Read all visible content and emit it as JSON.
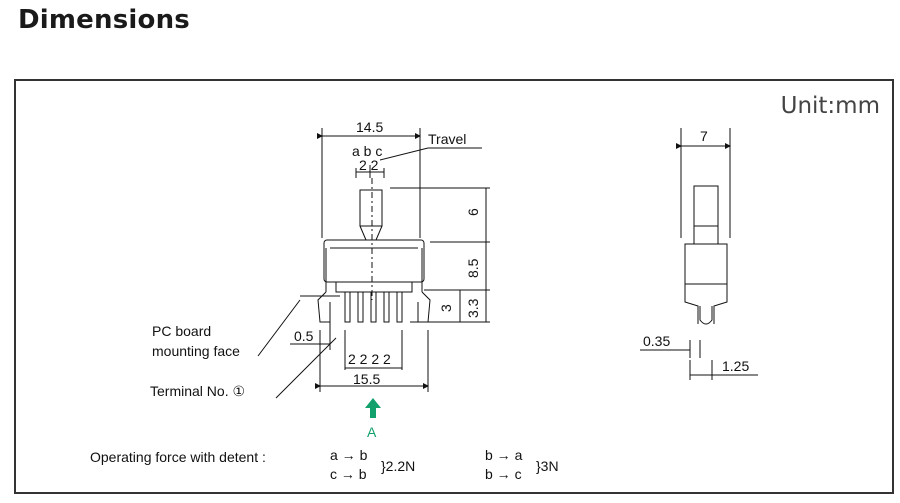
{
  "page": {
    "heading": "Dimensions"
  },
  "diagram": {
    "unit": "Unit:mm",
    "front_view": {
      "width_top": "14.5",
      "travel_label": "Travel",
      "positions": "a b c",
      "pitch_top": "2 2",
      "knob_height": "6",
      "body_height": "8.5",
      "lower_height": "3.3",
      "tab_height": "3",
      "tab_offset": "0.5",
      "pin_pitch": "2 2 2 2",
      "base_width": "15.5",
      "pcb_label_line1": "PC board",
      "pcb_label_line2": "mounting face",
      "terminal_label": "Terminal No. ①",
      "view_letter": "A",
      "accent_color": "#12a06c"
    },
    "side_view": {
      "width": "7",
      "pin_thickness": "0.35",
      "pin_width": "1.25"
    },
    "operating_force": {
      "label": "Operating force with detent :",
      "group1_line1": "a → b",
      "group1_line2": "c → b",
      "group1_value": "}2.2N",
      "group2_line1": "b → a",
      "group2_line2": "b → c",
      "group2_value": "}3N"
    }
  }
}
